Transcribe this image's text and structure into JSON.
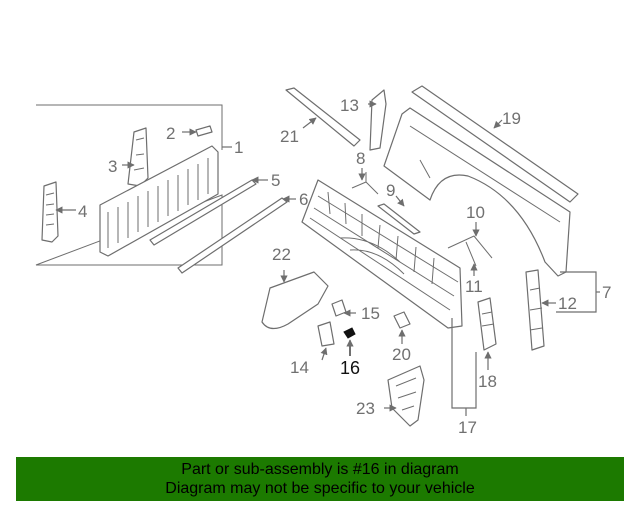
{
  "colors": {
    "banner_bg": "#1c7a00",
    "line": "#6e6e6e",
    "highlight_label": "#111111"
  },
  "callouts": {
    "c1": "1",
    "c2": "2",
    "c3": "3",
    "c4": "4",
    "c5": "5",
    "c6": "6",
    "c7": "7",
    "c8": "8",
    "c9": "9",
    "c10": "10",
    "c11": "11",
    "c12": "12",
    "c13": "13",
    "c14": "14",
    "c15": "15",
    "c16": "16",
    "c17": "17",
    "c18": "18",
    "c19": "19",
    "c20": "20",
    "c21": "21",
    "c22": "22",
    "c23": "23"
  },
  "highlighted_part": "16",
  "banner": {
    "line1": "Part or sub-assembly is #16 in diagram",
    "line2": "Diagram may not be specific to your vehicle"
  }
}
